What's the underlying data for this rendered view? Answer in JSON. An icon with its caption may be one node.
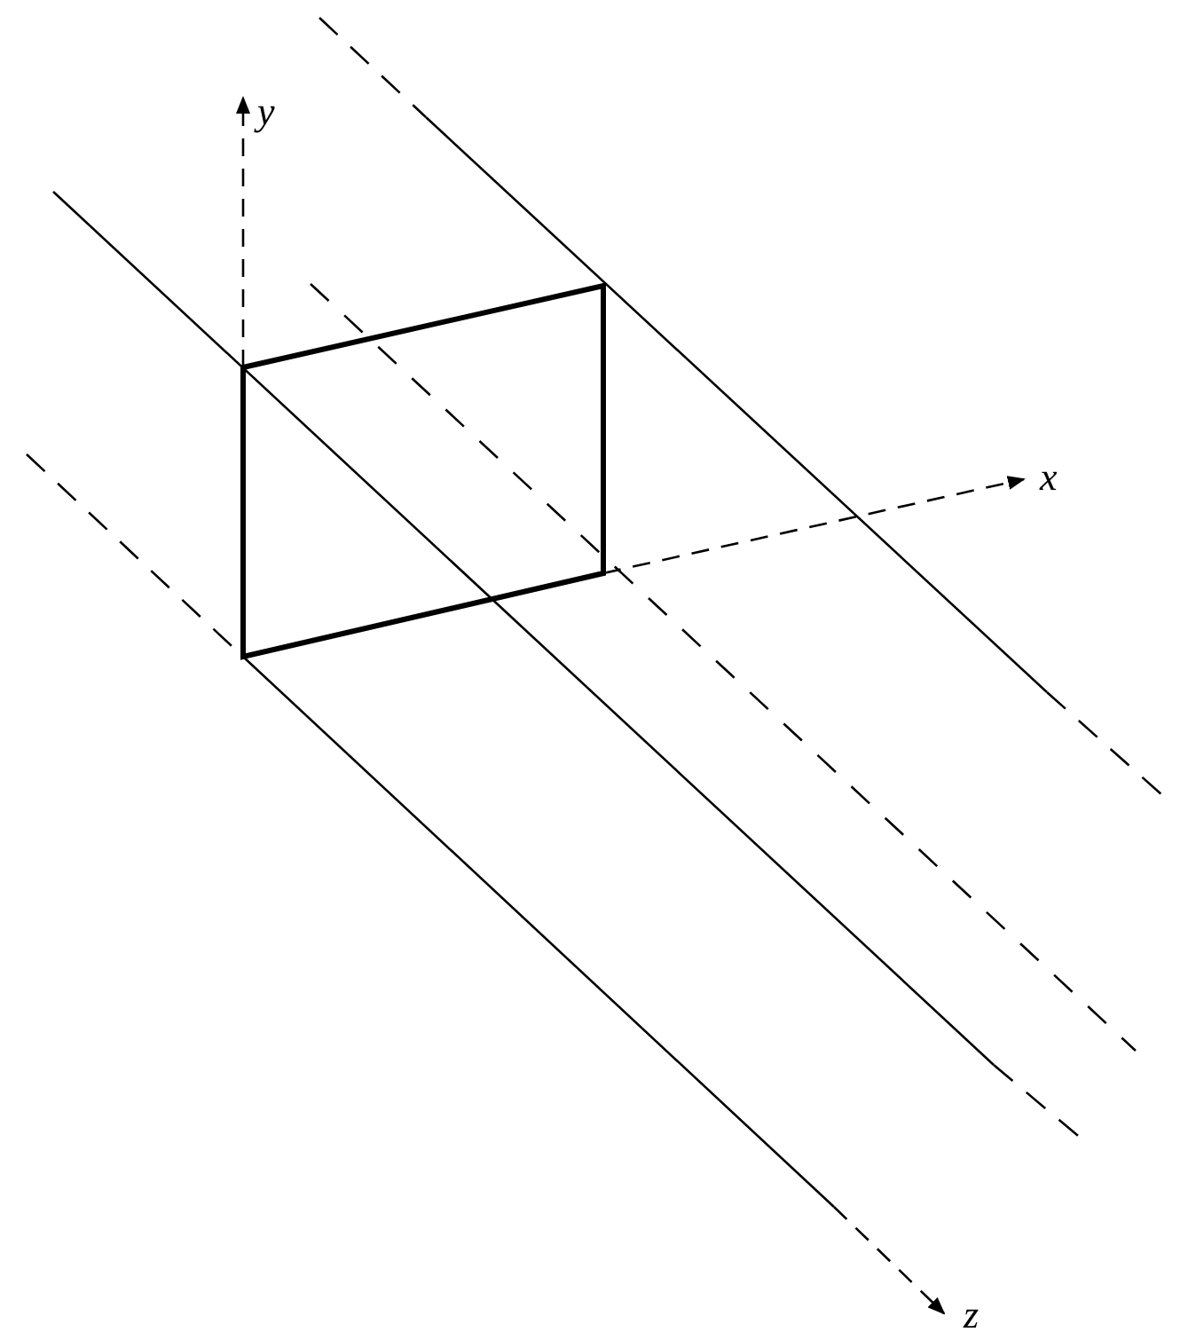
{
  "diagram": {
    "labels": [
      "y",
      "x",
      "z"
    ]
  }
}
